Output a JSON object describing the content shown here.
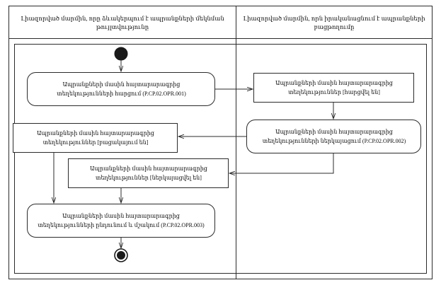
{
  "diagram": {
    "type": "uml-activity-diagram",
    "stroke_color": "#2b2b2b",
    "node_fill": "#ffffff",
    "background": "#ffffff",
    "lanes": [
      {
        "id": "lane-left",
        "title": "Լիազորված մարմին, որը ձևակերպում է ապրանքների մեկնման թույլտվությունը"
      },
      {
        "id": "lane-right",
        "title": "Լիազորված մարմին, որն իրականացնում է ապրանքների բացթողումը"
      }
    ],
    "nodes": [
      {
        "id": "initial-node",
        "kind": "initial",
        "label": ""
      },
      {
        "id": "action-request",
        "kind": "action",
        "label": "Ապրանքների մասին հայտարարագրից տեղեկությունների հարցում (P.CP.02.OPR.001)",
        "line1": "Ապրանքների մասին հայտարարագրից",
        "line2": "տեղեկությունների հարցում (P.CP.02.OPR.001)",
        "code": "P.CP.02.OPR.001"
      },
      {
        "id": "object-requested",
        "kind": "object",
        "label": "Ապրանքների մասին հայտարարագրից տեղեկություններ [հարցվել են]",
        "line1": "Ապրանքների մասին հայտարարագրից",
        "line2": "տեղեկություններ [հարցվել են]",
        "state": "հարցվել են"
      },
      {
        "id": "action-provide",
        "kind": "action",
        "label": "Ապրանքների մասին հայտարարագրից տեղեկությունների ներկայացում (P.CP.02.OPR.002)",
        "line1": "Ապրանքների մասին հայտարարագրից",
        "line2": "տեղեկությունների ներկայացում (P.CP.02.OPR.002)",
        "code": "P.CP.02.OPR.002"
      },
      {
        "id": "object-absent",
        "kind": "object",
        "label": "Ապրանքների մասին հայտարարագրից տեղեկություններ [բացակայում են]",
        "line1": "Ապրանքների մասին հայտարարագրից",
        "line2": "տեղեկություններ [բացակայում են]",
        "state": "բացակայում են"
      },
      {
        "id": "object-provided",
        "kind": "object",
        "label": "Ապրանքների մասին հայտարարագրից տեղեկություններ [ներկայացվել են]",
        "line1": "Ապրանքների մասին հայտարարագրից",
        "line2": "տեղեկություններ [ներկայացվել են]",
        "state": "ներկայացվել են"
      },
      {
        "id": "action-receive",
        "kind": "action",
        "label": "Ապրանքների մասին հայտարարագրից տեղեկությունների ընդունում և մշակում (P.CP.02.OPR.003)",
        "line1": "Ապրանքների մասին հայտարարագրից",
        "line2": "տեղեկությունների ընդունում և մշակում (P.CP.02.OPR.003)",
        "code": "P.CP.02.OPR.003"
      },
      {
        "id": "final-node",
        "kind": "final",
        "label": ""
      }
    ],
    "edges": [
      {
        "id": "edge-initial-to-request",
        "from": "initial-node",
        "to": "action-request"
      },
      {
        "id": "edge-request-to-requested",
        "from": "action-request",
        "to": "object-requested"
      },
      {
        "id": "edge-requested-to-provide",
        "from": "object-requested",
        "to": "action-provide"
      },
      {
        "id": "edge-provide-to-absent",
        "from": "action-provide",
        "to": "object-absent"
      },
      {
        "id": "edge-provide-to-provided",
        "from": "action-provide",
        "to": "object-provided"
      },
      {
        "id": "edge-absent-to-receive",
        "from": "object-absent",
        "to": "action-receive"
      },
      {
        "id": "edge-provided-to-receive",
        "from": "object-provided",
        "to": "action-receive"
      },
      {
        "id": "edge-receive-to-final",
        "from": "action-receive",
        "to": "final-node"
      }
    ]
  }
}
